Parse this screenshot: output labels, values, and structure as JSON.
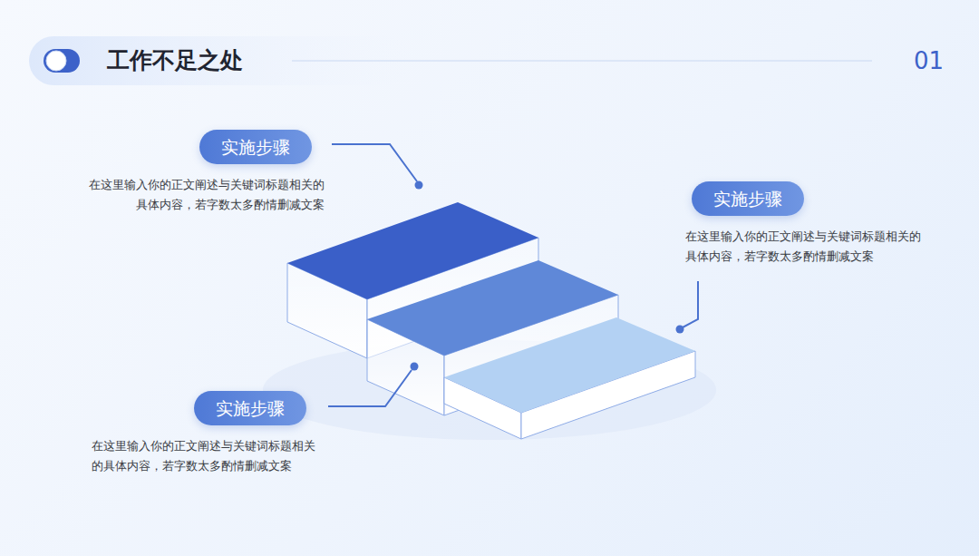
{
  "diagram": {
    "title": "工作不足之处",
    "nodes": [
      {
        "text": [
          "实施步骤",
          "在这里输入你的正文阐述与关键词标题相关的具体内容，若字数太多酌情删减文案"
        ]
      },
      {
        "text": [
          "实施步骤",
          "在这里输入你的正文阐述与关键词标题相关的具体内容，若字数太多酌情删减文案"
        ]
      },
      {
        "text": [
          "实施步骤",
          "在这里输入你的正文阐述与关键词标题相关的具体内容，若字数太多酌情删减文案"
        ]
      }
    ],
    "labels": [
      "01"
    ]
  }
}
